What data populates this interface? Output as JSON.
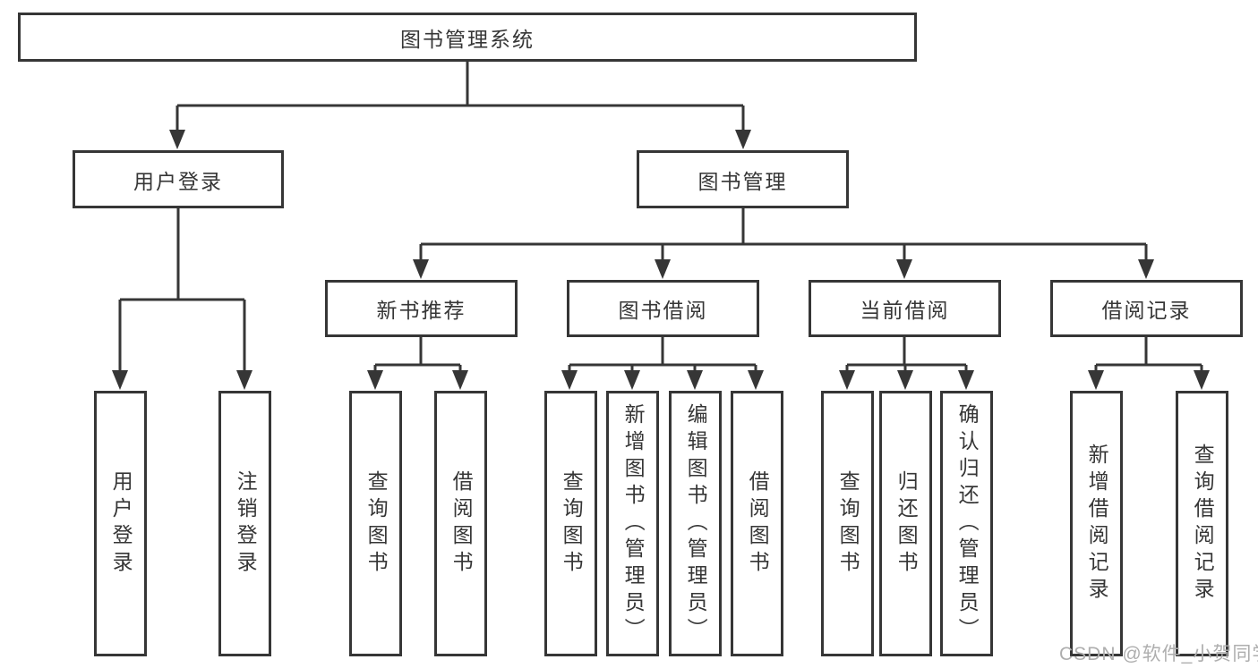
{
  "diagram": {
    "root": {
      "label": "图书管理系统"
    },
    "level2": [
      {
        "label": "用户登录"
      },
      {
        "label": "图书管理"
      }
    ],
    "level3": [
      {
        "label": "新书推荐"
      },
      {
        "label": "图书借阅"
      },
      {
        "label": "当前借阅"
      },
      {
        "label": "借阅记录"
      }
    ],
    "leaves": {
      "user_login": [
        {
          "label": "用户登录"
        },
        {
          "label": "注销登录"
        }
      ],
      "new_book_recommend": [
        {
          "label": "查询图书"
        },
        {
          "label": "借阅图书"
        }
      ],
      "book_borrow": [
        {
          "label": "查询图书"
        },
        {
          "label": "新增图书（管理员）"
        },
        {
          "label": "编辑图书（管理员）"
        },
        {
          "label": "借阅图书"
        }
      ],
      "current_borrow": [
        {
          "label": "查询图书"
        },
        {
          "label": "归还图书"
        },
        {
          "label": "确认归还（管理员）"
        }
      ],
      "borrow_records": [
        {
          "label": "新增借阅记录"
        },
        {
          "label": "查询借阅记录"
        }
      ]
    }
  },
  "watermark": {
    "text": "CSDN @软件_小贺同学"
  },
  "colors": {
    "line": "#363636",
    "text": "#363636",
    "box_background": "#ffffff",
    "page_background": "#ffffff",
    "watermark": "#aeaeae"
  }
}
